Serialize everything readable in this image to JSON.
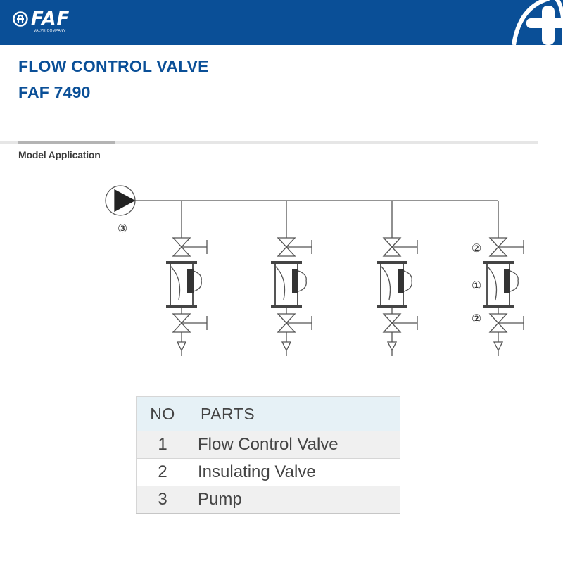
{
  "header": {
    "brand": "FAF",
    "brand_sub": "VALVE COMPANY",
    "brand_color": "#0a4f97"
  },
  "titles": {
    "line1": "FLOW CONTROL VALVE",
    "line2": "FAF 7490"
  },
  "section": {
    "label": "Model Application"
  },
  "diagram": {
    "branch_count": 4,
    "callouts": {
      "pump": "③",
      "flow_control_valve": "①",
      "insulating_valve": "②"
    }
  },
  "table": {
    "headers": {
      "no": "NO",
      "parts": "PARTS"
    },
    "rows": [
      {
        "no": "1",
        "part": "Flow Control Valve"
      },
      {
        "no": "2",
        "part": "Insulating Valve"
      },
      {
        "no": "3",
        "part": "Pump"
      }
    ]
  }
}
